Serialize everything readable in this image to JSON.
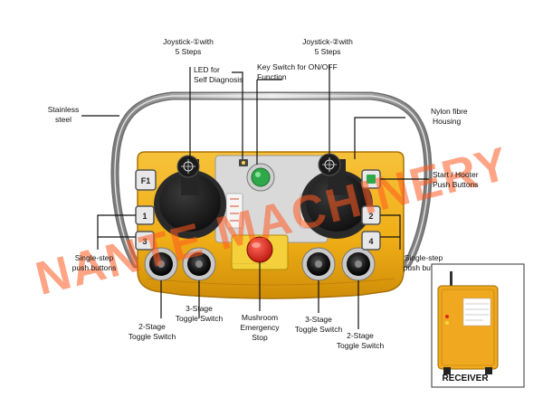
{
  "labels": {
    "joystick_left": [
      "Joystick-①with",
      "5 Steps"
    ],
    "joystick_right": [
      "Joystick-②with",
      "5 Steps"
    ],
    "led": [
      "LED for",
      "Self Diagnosis"
    ],
    "key_switch": [
      "Key Switch for ON/OFF",
      "Function"
    ],
    "stainless": [
      "Stainless",
      "steel"
    ],
    "nylon": [
      "Nylon fibre",
      "Housing"
    ],
    "start_hooter": [
      "Start / Hooter",
      "Push Buttons"
    ],
    "single_step_left": [
      "Single-step",
      "push buttons"
    ],
    "single_step_right": [
      "Single-step",
      "push buttons"
    ],
    "two_stage_left": [
      "2-Stage",
      "Toggle Switch"
    ],
    "three_stage_left": [
      "3-Stage",
      "Toggle Switch"
    ],
    "mushroom": [
      "Mushroom",
      "Emergency",
      "Stop"
    ],
    "three_stage_right": [
      "3-Stage",
      "Toggle Switch"
    ],
    "two_stage_right": [
      "2-Stage",
      "Toggle Switch"
    ]
  },
  "buttons": {
    "f1": "F1",
    "b1": "1",
    "b3": "3",
    "b2": "2",
    "b4": "4"
  },
  "receiver_label": "RECEIVER",
  "watermark": "NANTE MACHINERY",
  "colors": {
    "housing": "#f2b21a",
    "housing_dark": "#c98a0c",
    "frame": "#b9b9b9",
    "knob": "#1e1e1e",
    "stop": "#e0241c",
    "led": "#2fa84a",
    "watermark": "#ff5a1f"
  }
}
